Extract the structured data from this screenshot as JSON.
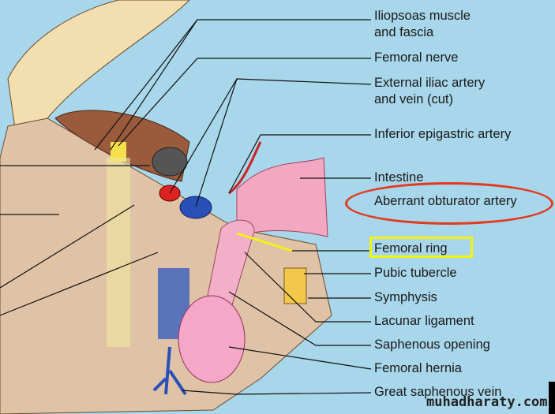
{
  "labels": [
    "Iliopsoas muscle",
    "and fascia",
    "Femoral nerve",
    "External iliac artery",
    "and vein (cut)",
    "Inferior epigastric artery",
    "Intestine",
    "Aberrant obturator artery",
    "Femoral ring",
    "Pubic tubercle",
    "Symphysis",
    "Lacunar ligament",
    "Saphenous opening",
    "Femoral hernia",
    "Great saphenous vein"
  ],
  "watermark": "muhadharaty.com",
  "colors": {
    "background": "#a8d6ea",
    "highlight_box": "#f3f312",
    "highlight_oval": "#e3391f"
  }
}
